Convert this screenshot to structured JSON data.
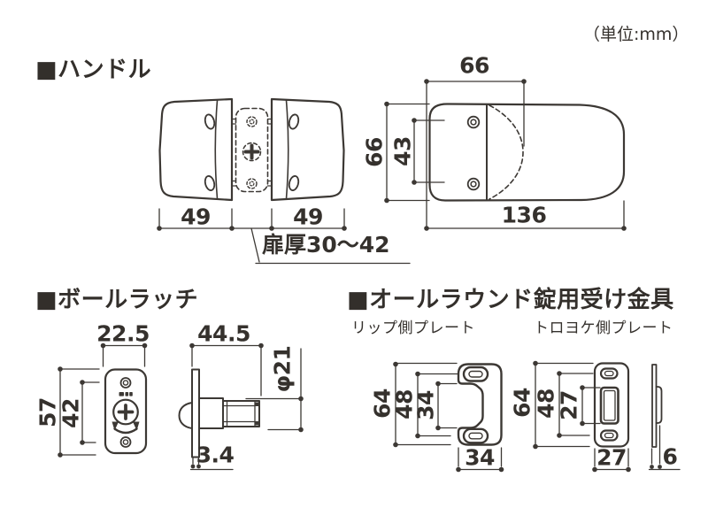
{
  "unit_note": "（単位:mm）",
  "handle": {
    "title": "■ハンドル",
    "side_view": {
      "left_width": "49",
      "right_width": "49",
      "door_thickness": "扉厚30〜42"
    },
    "top_view": {
      "front_width": "66",
      "screw_pitch": "43",
      "height": "66",
      "total_length": "136"
    }
  },
  "ball_latch": {
    "title": "■ボールラッチ",
    "front_view": {
      "width": "22.5",
      "height": "57",
      "screw_pitch": "42"
    },
    "side_view": {
      "length": "44.5",
      "diameter": "φ21",
      "plate_thickness": "3.4"
    }
  },
  "strike_plates": {
    "title": "■オールラウンド錠用受け金具",
    "lip_plate": {
      "label": "リップ側プレート",
      "height": "64",
      "screw_pitch": "48",
      "notch_height": "34",
      "width": "34"
    },
    "box_plate": {
      "label": "トロヨケ側プレート",
      "height": "64",
      "screw_pitch": "48",
      "slot_height": "27",
      "width": "27",
      "thickness": "6"
    }
  }
}
